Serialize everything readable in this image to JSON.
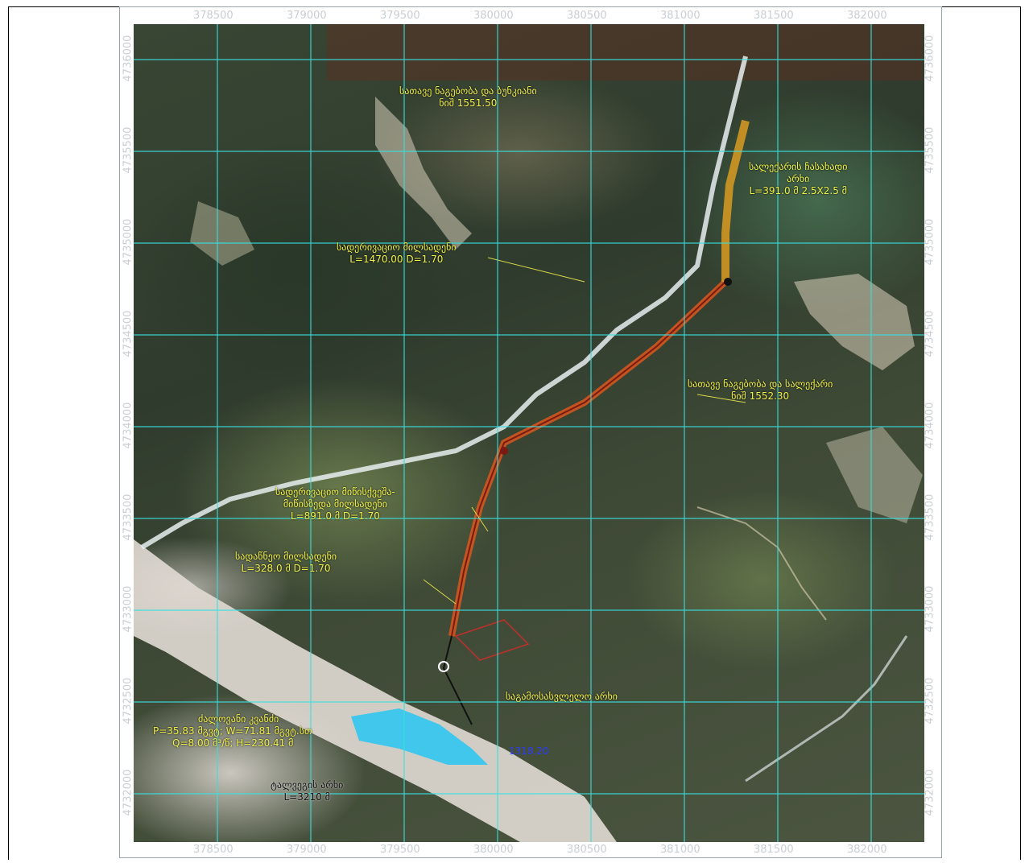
{
  "x_grid_labels": [
    "378500",
    "379000",
    "379500",
    "380000",
    "380500",
    "381000",
    "381500",
    "382000"
  ],
  "y_grid_labels": [
    "4736000",
    "4735500",
    "4735000",
    "4734500",
    "4734000",
    "4733500",
    "4733000",
    "4732500",
    "4732000"
  ],
  "annotations": {
    "headworks": [
      "სათავე ნაგებობა და ბუნკიანი",
      "ნიშ 1551.50"
    ],
    "desilting": [
      "სალექარის ჩასახადი",
      "არხი",
      "L=391.0 მ 2.5X2.5 მ"
    ],
    "pipeline_upper": [
      "სადერივაციო მილსადენი",
      "L=1470.00 D=1.70"
    ],
    "headworks_2": [
      "სათავე ნაგებობა და სალექარი",
      "ნიშ 1552.30"
    ],
    "pipeline_mid": [
      "სადერივაციო მიწისქვეშა-",
      "მიწისზედა მილსადენი",
      "L=891.0 მ D=1.70"
    ],
    "penstock": [
      "სადაწნეო მილსადენი",
      "L=328.0 მ D=1.70"
    ],
    "tailrace_label": [
      "საგამოსასვლელო არხი"
    ],
    "powerhouse": {
      "title": "ძალოვანი კვანძი",
      "line2": "P=35.83 მგვტ; W=71.81 მგვტ.სთ",
      "line3": "Q=8.00 მ³/წ; H=230.41 მ"
    },
    "tailrace_channel": [
      "ტალვეგის არხი",
      "L=3210 მ"
    ],
    "blue_level": "1318.20"
  },
  "colors": {
    "grid": "#39e0e0",
    "label": "#f0f04a",
    "pipeline": "#d9581f",
    "river": "#e8eef0",
    "reservoir": "#27c6f2"
  }
}
